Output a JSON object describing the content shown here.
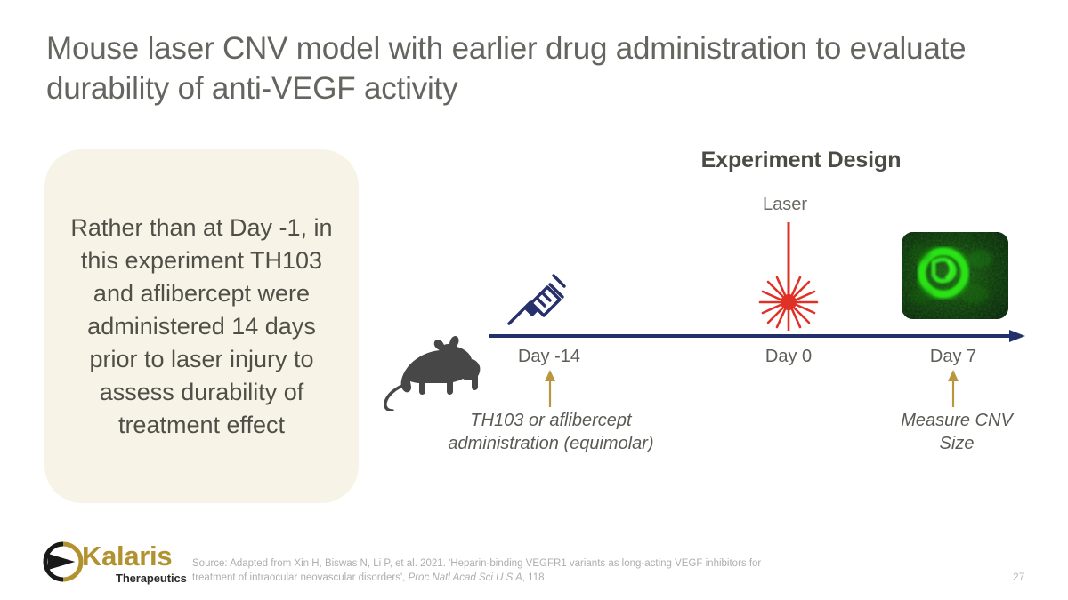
{
  "slide": {
    "title": "Mouse laser CNV model with earlier drug administration to evaluate durability of anti-VEGF activity",
    "page_number": "27"
  },
  "callout": {
    "text": "Rather than at Day -1, in this experiment TH103 and aflibercept were administered 14 days prior to laser injury to assess durability of treatment effect",
    "background_color": "#f7f3e7",
    "text_color": "#4f4f48"
  },
  "experiment": {
    "heading": "Experiment Design",
    "laser_label": "Laser",
    "timeline": {
      "axis_color": "#22306b",
      "points": [
        {
          "day_label": "Day -14",
          "icon": "syringe-icon",
          "icon_color": "#26306a",
          "annotation": "TH103 or aflibercept administration (equimolar)",
          "arrow_color": "#b8973f"
        },
        {
          "day_label": "Day 0",
          "icon": "laser-icon",
          "icon_color": "#e03127",
          "annotation": "",
          "arrow_color": ""
        },
        {
          "day_label": "Day 7",
          "icon": "cnv-fluorescence-image",
          "icon_color": "#1fc20f",
          "annotation": "Measure CNV Size",
          "arrow_color": "#b8973f"
        }
      ]
    },
    "subject_icon": "mouse-silhouette-icon",
    "subject_icon_color": "#474747"
  },
  "footer": {
    "logo": {
      "wordmark": "Kalaris",
      "subtext": "Therapeutics",
      "gold_color": "#b2912f",
      "dark_color": "#191919"
    },
    "source_prefix": "Source: Adapted from Xin H, Biswas N, Li P, et al. 2021. 'Heparin-binding VEGFR1 variants as long-acting VEGF inhibitors for treatment of intraocular neovascular disorders', ",
    "source_italic": "Proc Natl Acad Sci U S A",
    "source_suffix": ", 118."
  }
}
